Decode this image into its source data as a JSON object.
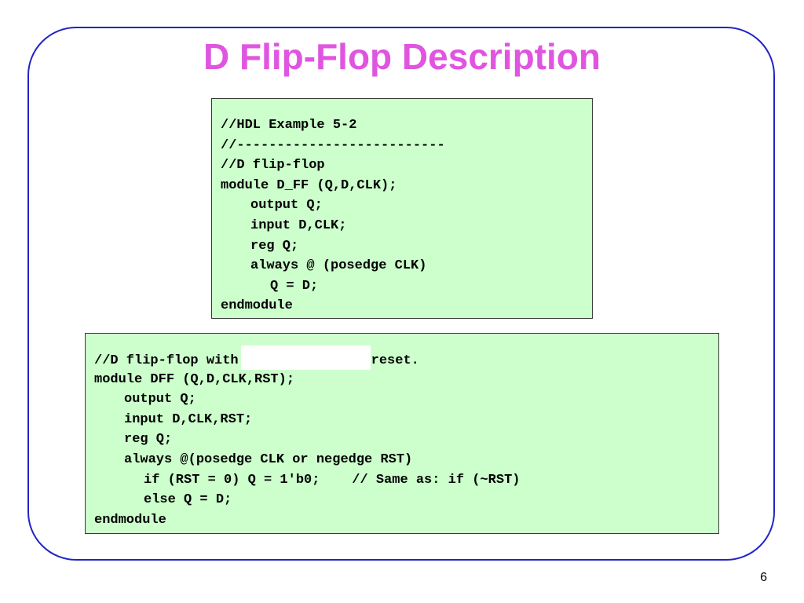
{
  "slide": {
    "title": "D Flip-Flop Description",
    "page_number": "6"
  },
  "code_block_1": {
    "lines": [
      "//HDL Example 5-2",
      "//--------------------------",
      "//D flip-flop",
      "module D_FF (Q,D,CLK);",
      "output Q;",
      "input D,CLK;",
      "reg Q;",
      "always @ (posedge CLK)",
      "Q = D;",
      "endmodule"
    ]
  },
  "code_block_2": {
    "line_0_before": "//D flip-flop with",
    "line_0_after": "reset.",
    "lines": [
      "module DFF (Q,D,CLK,RST);",
      "output Q;",
      "input D,CLK,RST;",
      "reg Q;",
      "always @(posedge CLK or negedge RST)",
      "if (RST = 0) Q = 1'b0;    // Same as: if (~RST)",
      "else Q = D;",
      "endmodule"
    ]
  },
  "colors": {
    "title": "#e055e0",
    "frame_border": "#2323c8",
    "code_background": "#ccffcc"
  }
}
